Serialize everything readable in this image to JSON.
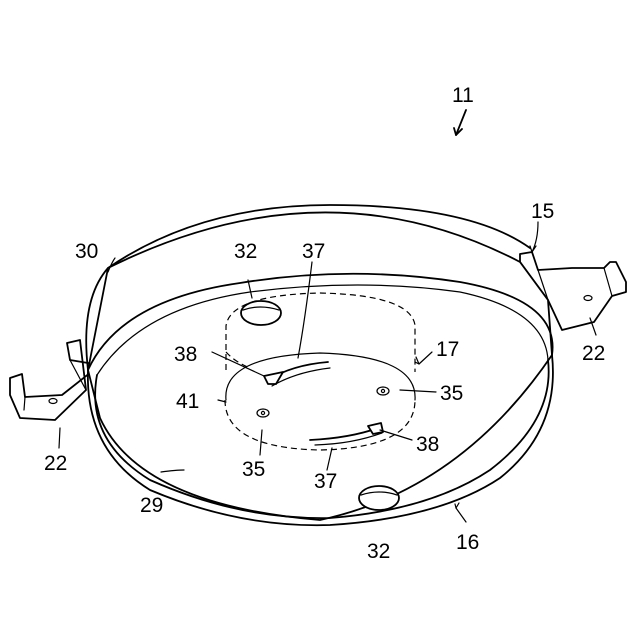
{
  "labels": {
    "assembly": "11",
    "bracket_right": "15",
    "body_marker": "16",
    "adapter": "17",
    "mount_left": "22",
    "mount_right": "22",
    "bottom_face": "29",
    "outer_case": "30",
    "boss_top": "32",
    "boss_bottom": "32",
    "pin_right": "35",
    "pin_left": "35",
    "slot_top": "37",
    "slot_bottom": "37",
    "tab_left": "38",
    "tab_right": "38",
    "seam": "41"
  }
}
